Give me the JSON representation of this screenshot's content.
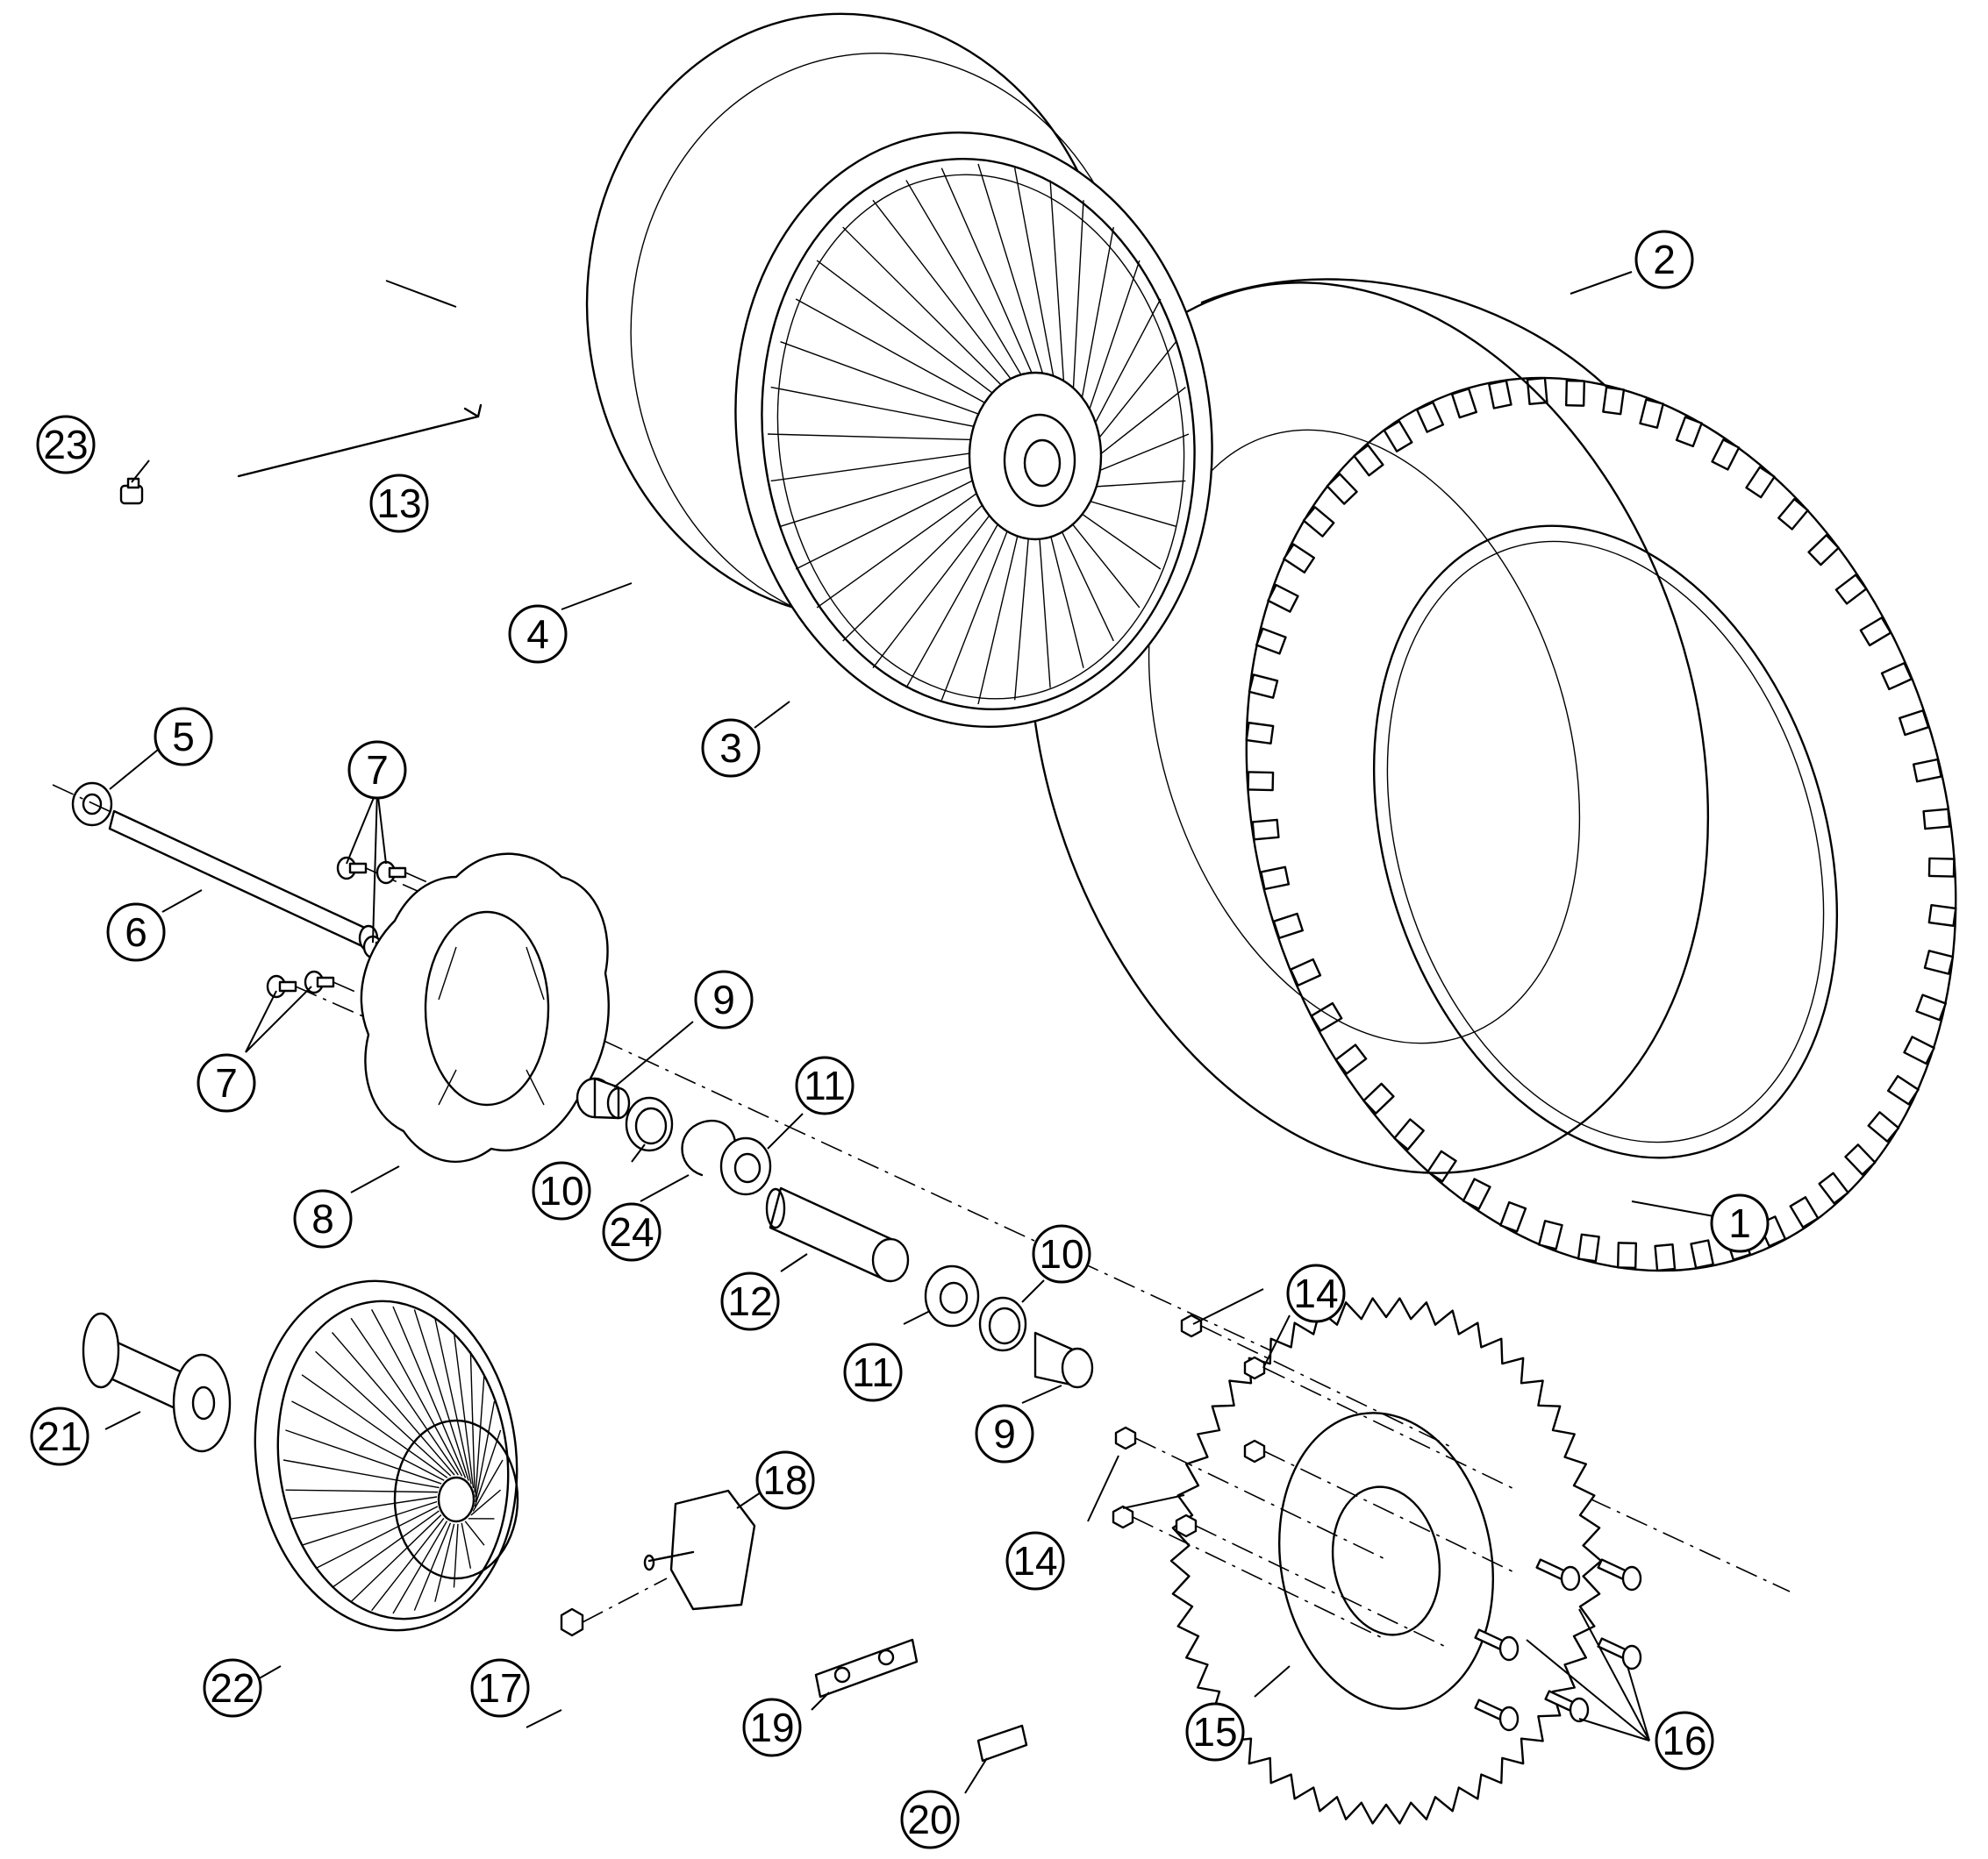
{
  "callouts": {
    "c1": "1",
    "c2": "2",
    "c3": "3",
    "c4": "4",
    "c5": "5",
    "c6": "6",
    "c7a": "7",
    "c7b": "7",
    "c8": "8",
    "c9a": "9",
    "c9b": "9",
    "c10a": "10",
    "c10b": "10",
    "c11a": "11",
    "c11b": "11",
    "c12": "12",
    "c13": "13",
    "c14a": "14",
    "c14b": "14",
    "c15": "15",
    "c16": "16",
    "c17": "17",
    "c18": "18",
    "c19": "19",
    "c20": "20",
    "c21": "21",
    "c22": "22",
    "c23": "23",
    "c24": "24"
  }
}
